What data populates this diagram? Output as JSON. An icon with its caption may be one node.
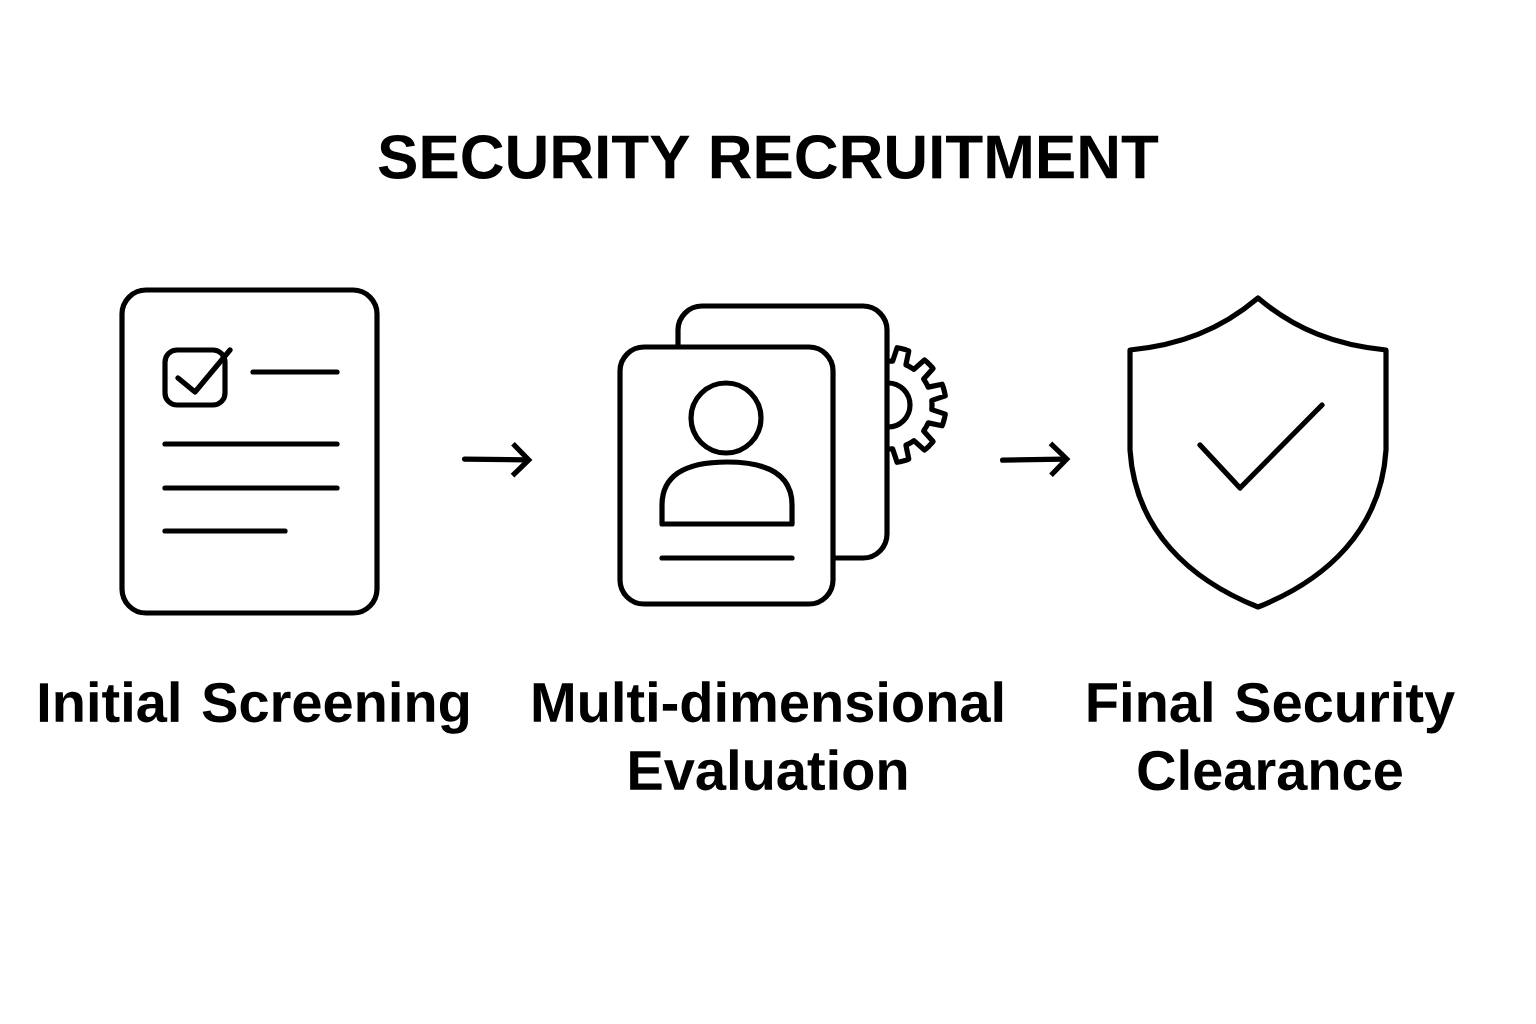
{
  "diagram": {
    "title": "SECURITY RECRUITMENT",
    "nodes": [
      {
        "text": [],
        "shape": "document",
        "beside": [
          "Initial Screening"
        ]
      },
      {
        "text": [],
        "shape": "profile",
        "beside": [
          "Multi-dimensional Evaluation"
        ]
      },
      {
        "text": [],
        "shape": "shield",
        "beside": [
          "Final Security Clearance"
        ]
      }
    ],
    "edges": [
      {
        "from": 0,
        "to": 1,
        "arrow": "to"
      },
      {
        "from": 1,
        "to": 2,
        "arrow": "to"
      }
    ]
  }
}
